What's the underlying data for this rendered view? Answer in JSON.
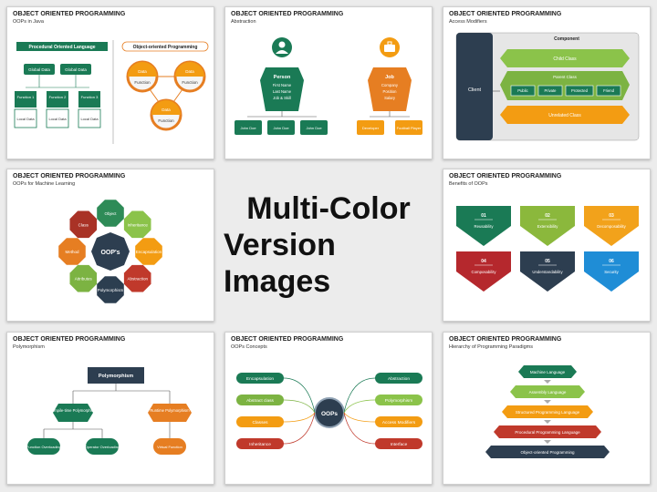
{
  "hero": {
    "line1": "Multi-Color",
    "line2": "Version Images"
  },
  "slides": [
    {
      "title": "OBJECT ORIENTED PROGRAMMING",
      "subtitle": "OOPs in Java",
      "left_header": "Procedural Oriented Language",
      "right_header": "Object-oriented Programming",
      "global_data": [
        "Global Data",
        "Global Data"
      ],
      "functions": [
        "Function 1",
        "Function 2",
        "Function 3"
      ],
      "local_data": [
        "Local Data",
        "Local Data",
        "Local Data"
      ],
      "oop_data": [
        "Data",
        "Data",
        "Data"
      ],
      "oop_functions": [
        "Function",
        "Function",
        "Function"
      ]
    },
    {
      "title": "OBJECT ORIENTED PROGRAMMING",
      "subtitle": "Abstraction",
      "person": {
        "title": "Person",
        "fields": [
          "First Name",
          "Last Name",
          "Job & Skill"
        ]
      },
      "persons": [
        "John Doe",
        "John Doe",
        "John Doe"
      ],
      "job": {
        "title": "Job",
        "fields": [
          "Company",
          "Position",
          "Salary"
        ]
      },
      "jobs": [
        "Developer",
        "Football Player"
      ]
    },
    {
      "title": "OBJECT ORIENTED PROGRAMMING",
      "subtitle": "Access Modifiers",
      "component": "Component",
      "client": "Client",
      "child_class": "Child Class",
      "parent_class": "Parent Class",
      "modifiers": [
        "Public",
        "Private",
        "Protected",
        "Friend"
      ],
      "unrelated": "Unrelated Class"
    },
    {
      "title": "OBJECT ORIENTED PROGRAMMING",
      "subtitle": "OOPs for Machine Learning",
      "center": "OOP's",
      "items": [
        "Object",
        "Inheritance",
        "Encapsulation",
        "Abstraction",
        "Polymorphism",
        "Attributes",
        "Method",
        "Class"
      ],
      "colors": [
        "#2e8b57",
        "#8bc34a",
        "#f39c12",
        "#c0392b",
        "#2c3e50",
        "#7cb342",
        "#e67e22",
        "#a93226"
      ]
    },
    {
      "title": "OBJECT ORIENTED PROGRAMMING",
      "subtitle": "Benefits of OOPs",
      "benefits": [
        {
          "num": "01",
          "label": "Reusability",
          "color": "#1a7a55"
        },
        {
          "num": "02",
          "label": "Extensibility",
          "color": "#8bb83c"
        },
        {
          "num": "03",
          "label": "Decomposability",
          "color": "#f2a21b"
        },
        {
          "num": "04",
          "label": "Composability",
          "color": "#b5282d"
        },
        {
          "num": "05",
          "label": "Understandability",
          "color": "#2d3e50"
        },
        {
          "num": "06",
          "label": "Security",
          "color": "#1f8dd6"
        }
      ]
    },
    {
      "title": "OBJECT ORIENTED PROGRAMMING",
      "subtitle": "Polymorphism",
      "root": "Polymorphism",
      "compile": "Compile-time Polymorphism",
      "runtime": "Runtime Polymorphism",
      "leaves": [
        "Function Overloading",
        "Operator Overloading",
        "Virtual Function"
      ]
    },
    {
      "title": "OBJECT ORIENTED PROGRAMMING",
      "subtitle": "OOPs Concepts",
      "center": "OOPs",
      "left": [
        "Encapsulation",
        "Abstract class",
        "Classes",
        "Inheritance"
      ],
      "right": [
        "Abstraction",
        "Polymorphism",
        "Access Modifiers",
        "Interface"
      ],
      "left_colors": [
        "#1a7a55",
        "#7cb342",
        "#f39c12",
        "#c0392b"
      ],
      "right_colors": [
        "#1a7a55",
        "#8bc34a",
        "#f39c12",
        "#c0392b"
      ]
    },
    {
      "title": "OBJECT ORIENTED PROGRAMMING",
      "subtitle": "Hierarchy of Programming Paradigms",
      "levels": [
        "Machine Language",
        "Assembly Language",
        "Structured Programming Language",
        "Procedural Programming Language",
        "Object-oriented Programming"
      ],
      "level_colors": [
        "#1a7a55",
        "#8bc34a",
        "#f39c12",
        "#c0392b",
        "#2d3e50"
      ]
    }
  ]
}
